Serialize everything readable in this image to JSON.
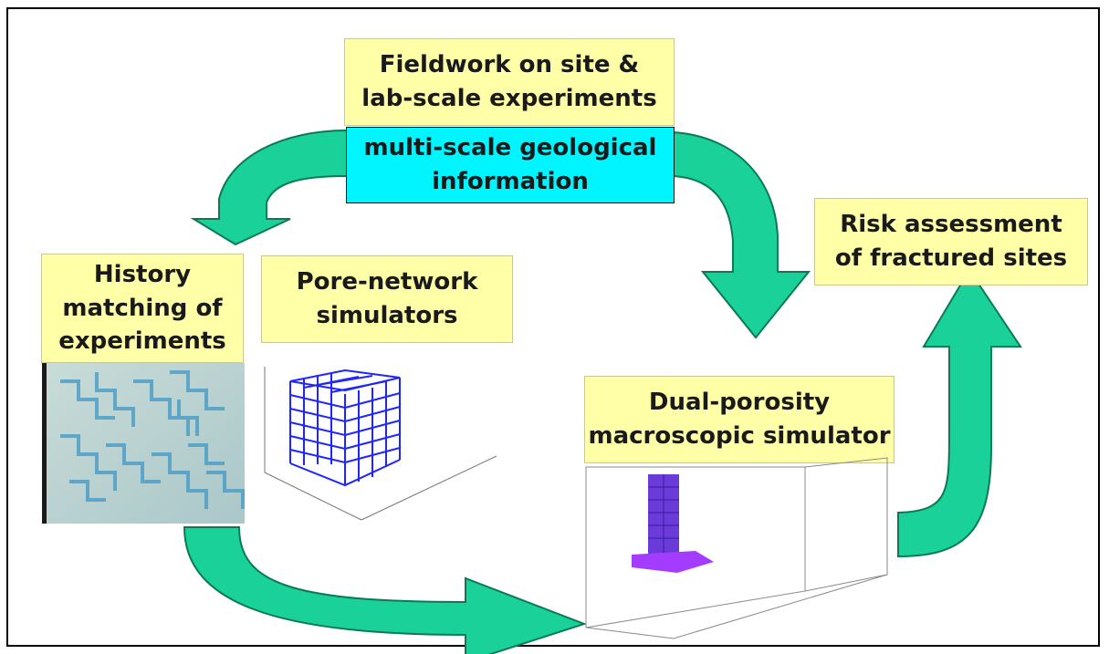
{
  "boxes": {
    "fieldwork": {
      "line1": "Fieldwork on site &",
      "line2": "lab-scale experiments"
    },
    "multiscale": {
      "line1": "multi-scale geological",
      "line2": "information"
    },
    "risk": {
      "line1": "Risk assessment",
      "line2": "of fractured sites"
    },
    "history": {
      "line1": "History",
      "line2": "matching of",
      "line3": "experiments"
    },
    "pore": {
      "line1": "Pore-network",
      "line2": "simulators"
    },
    "dual": {
      "line1": "Dual-porosity",
      "line2": "macroscopic simulator"
    }
  },
  "colors": {
    "arrow": "#1ad19a",
    "arrow_edge": "#0a7a55",
    "box_yellow": "#ffffa8",
    "box_cyan": "#00f5ff",
    "network_blue": "#1f25ff",
    "plume_purple": "#7a2cff"
  },
  "icons": {
    "flow_arrows": "thick-curved-arrow",
    "micromodel": "micromodel-photo",
    "pore_network": "3d-lattice-plot",
    "simulation": "3d-box-plume"
  }
}
